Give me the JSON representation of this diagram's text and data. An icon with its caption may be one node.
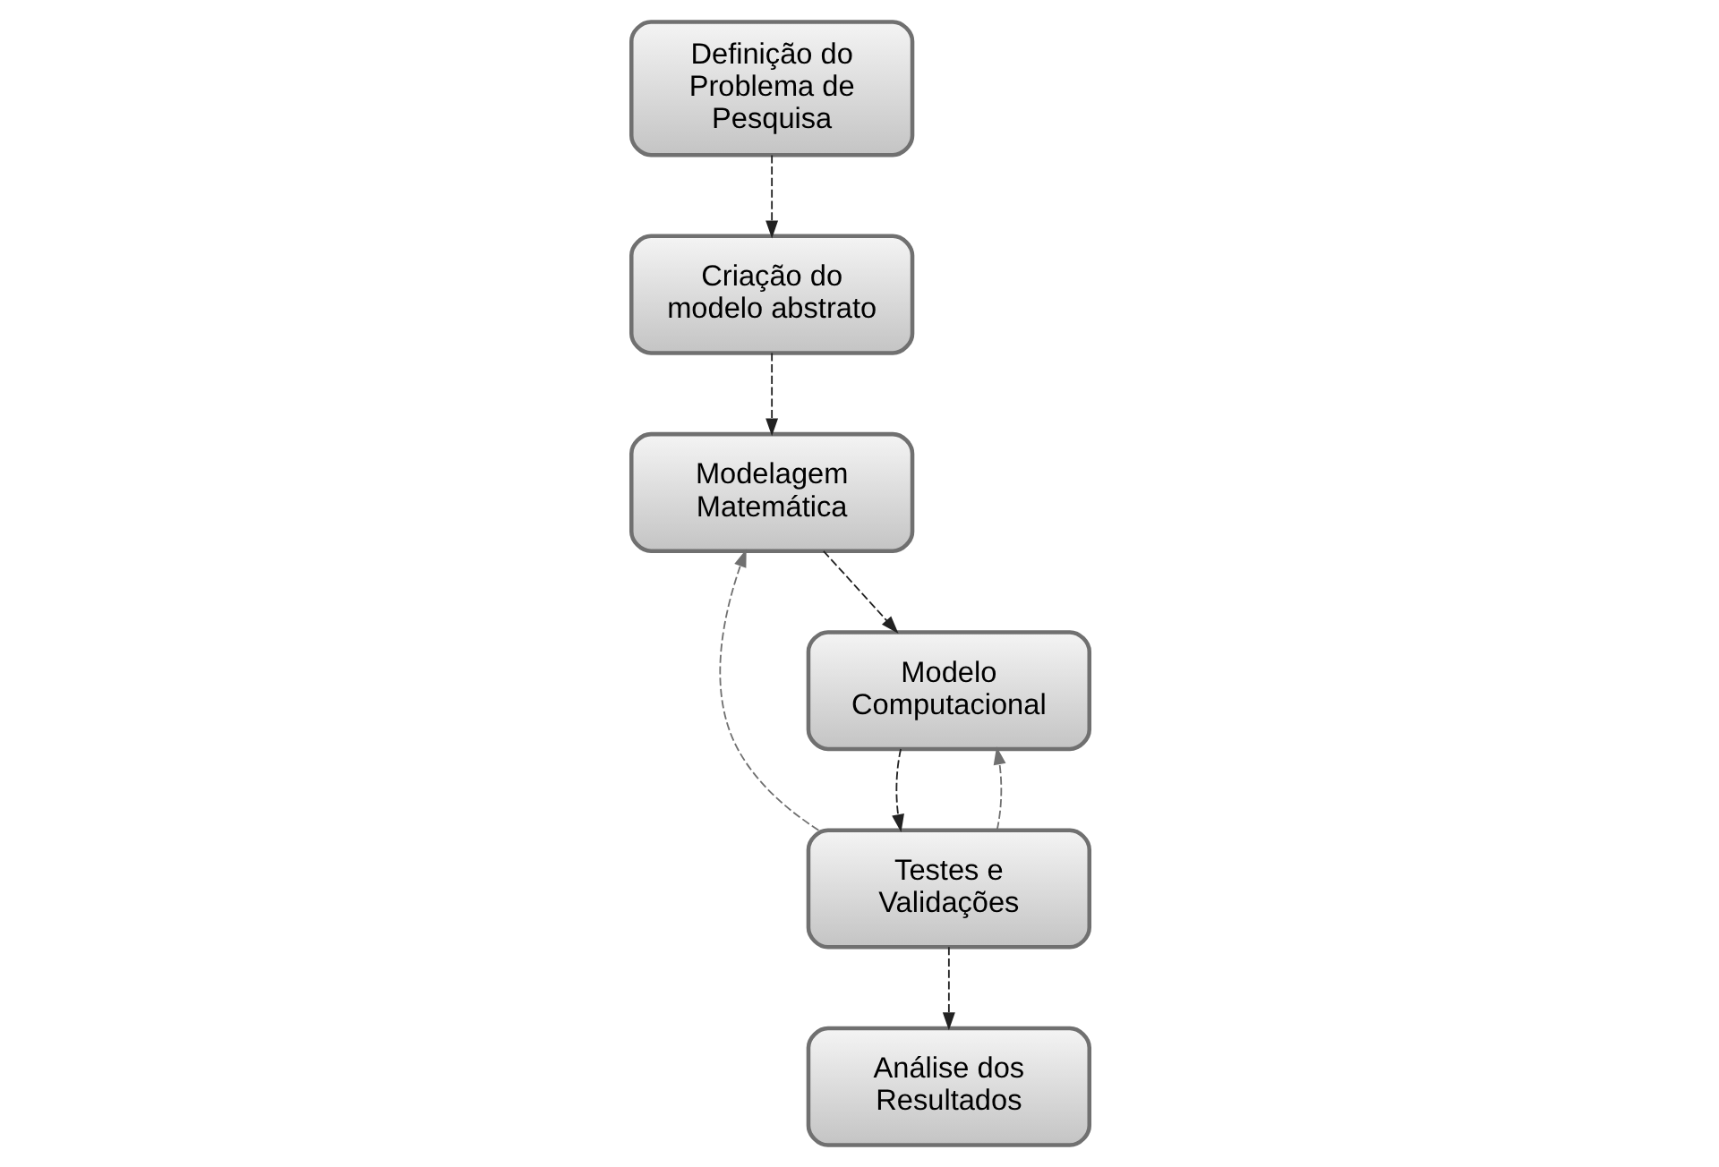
{
  "diagram": {
    "nodes": [
      {
        "text": [
          "Definição do Problema de Pesquisa"
        ]
      },
      {
        "text": [
          "Análise dos Resultados"
        ]
      },
      {
        "text": [
          "Criação do modelo abstrato"
        ]
      },
      {
        "text": [
          "Testes e Validações"
        ]
      },
      {
        "text": [
          "Modelagem Matemática"
        ]
      },
      {
        "text": [
          "Modelo Computacional"
        ]
      }
    ],
    "edges": [
      {
        "from": 0,
        "to": 2,
        "arrow": "to",
        "style": "dashed"
      },
      {
        "from": 2,
        "to": 4,
        "arrow": "to",
        "style": "dashed"
      },
      {
        "from": 4,
        "to": 5,
        "arrow": "to",
        "style": "dashed"
      },
      {
        "from": 5,
        "to": 3,
        "arrow": "to",
        "style": "dashed"
      },
      {
        "from": 3,
        "to": 1,
        "arrow": "to",
        "style": "dashed"
      },
      {
        "from": 3,
        "to": 4,
        "arrow": "to",
        "style": "dashed",
        "color": "#707070"
      },
      {
        "from": 3,
        "to": 5,
        "arrow": "to",
        "style": "dashed",
        "color": "#707070"
      }
    ]
  }
}
